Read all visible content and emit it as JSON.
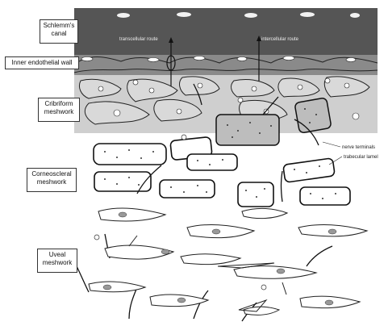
{
  "regions": {
    "schlemms_canal": "Schlemm's canal",
    "inner_endothelial_wall": "Inner endothelial wall",
    "cribriform_meshwork": "Cribriform meshwork",
    "corneoscleral_meshwork": "Corneoscleral meshwork",
    "uveal_meshwork": "Uveal meshwork"
  },
  "annotations": {
    "transcellular_route": "transcellular route",
    "intercellular_route": "intercellular route",
    "nerve_terminals": "nerve terminals",
    "trabecular_lamella": "trabecular lamel"
  },
  "colors": {
    "canal_band": "#555555",
    "endothelial_band": "#8a8a8a",
    "cribriform_band": "#cfcfcf",
    "cell_outline": "#222222"
  }
}
